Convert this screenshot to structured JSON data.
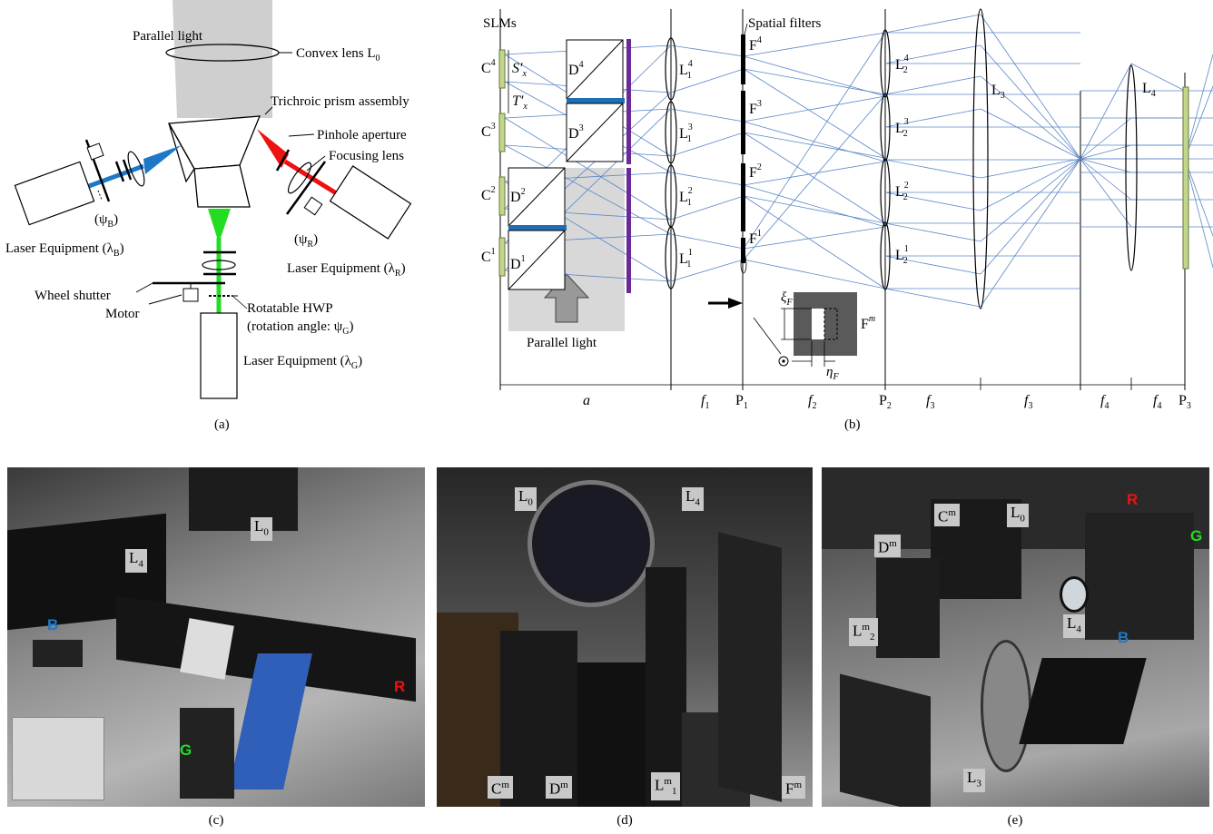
{
  "panel_a": {
    "parallel_light": "Parallel light",
    "convex_lens": "Convex lens L",
    "convex_lens_sub": "0",
    "trichroic": "Trichroic prism assembly",
    "pinhole": "Pinhole aperture",
    "focusing_lens": "Focusing lens",
    "psi_b": "(ψ",
    "psi_b_sub": "B",
    "psi_r": "(ψ",
    "psi_r_sub": "R",
    "laser_b": "Laser Equipment (λ",
    "laser_b_sub": "B",
    "laser_r": "Laser Equipment (λ",
    "laser_r_sub": "R",
    "wheel_shutter": "Wheel shutter",
    "motor": "Motor",
    "hwp_line1": "Rotatable HWP",
    "hwp_line2": "(rotation angle: ψ",
    "hwp_sub": "G",
    "laser_g": "Laser Equipment (λ",
    "laser_g_sub": "G",
    "caption": "(a)",
    "colors": {
      "blue": "#1e78c8",
      "red": "#ee1111",
      "green": "#22dd22",
      "gray": "#cfcfcf"
    }
  },
  "panel_b": {
    "slms": "SLMs",
    "spatial_filters": "Spatial filters",
    "sx": "S′",
    "sx_sub": "x",
    "tx": "T′",
    "tx_sub": "x",
    "c_labels": [
      "C",
      "C",
      "C",
      "C"
    ],
    "c_sup": [
      "4",
      "3",
      "2",
      "1"
    ],
    "d_labels": [
      "D",
      "D",
      "D",
      "D"
    ],
    "d_sup": [
      "4",
      "3",
      "2",
      "1"
    ],
    "l1_labels": [
      "L",
      "L",
      "L",
      "L"
    ],
    "l1_sup": [
      "4",
      "3",
      "2",
      "1"
    ],
    "l1_sub": "1",
    "f_labels": [
      "F",
      "F",
      "F",
      "F"
    ],
    "f_sup": [
      "4",
      "3",
      "2",
      "1"
    ],
    "l2_sup": [
      "4",
      "3",
      "2",
      "1"
    ],
    "l2_sub": "2",
    "l3": "L",
    "l3_sub": "3",
    "l4": "L",
    "l4_sub": "4",
    "fm": "F",
    "fm_sup": "m",
    "xi": "ξ",
    "xi_sub": "F",
    "eta": "η",
    "eta_sub": "F",
    "parallel_light": "Parallel light",
    "dims": [
      "a",
      "f",
      "P",
      "f",
      "P",
      "f",
      "f",
      "f",
      "f",
      "P"
    ],
    "dim_subs": [
      "",
      "1",
      "1",
      "2",
      "2",
      "3",
      "3",
      "4",
      "4",
      "3"
    ],
    "caption": "(b)",
    "ray_color": "#5a86c8",
    "slm_color": "#c2d68c",
    "filter_color": "#6a2a9a",
    "mirror_color": "#1e6eb4"
  },
  "photos": {
    "c": {
      "caption": "(c)",
      "l0": "L",
      "l0_sub": "0",
      "l4": "L",
      "l4_sub": "4",
      "b": "B",
      "r": "R",
      "g": "G"
    },
    "d": {
      "caption": "(d)",
      "l0": "L",
      "l0_sub": "0",
      "l4": "L",
      "l4_sub": "4",
      "cm": "C",
      "cm_sup": "m",
      "dm": "D",
      "dm_sup": "m",
      "l1m": "L",
      "l1m_sup": "m",
      "l1m_sub": "1",
      "fm": "F",
      "fm_sup": "m"
    },
    "e": {
      "caption": "(e)",
      "cm": "C",
      "cm_sup": "m",
      "l0": "L",
      "l0_sub": "0",
      "r": "R",
      "g": "G",
      "dm": "D",
      "dm_sup": "m",
      "l4": "L",
      "l4_sub": "4",
      "b": "B",
      "l2m": "L",
      "l2m_sup": "m",
      "l2m_sub": "2",
      "l3": "L",
      "l3_sub": "3"
    }
  }
}
